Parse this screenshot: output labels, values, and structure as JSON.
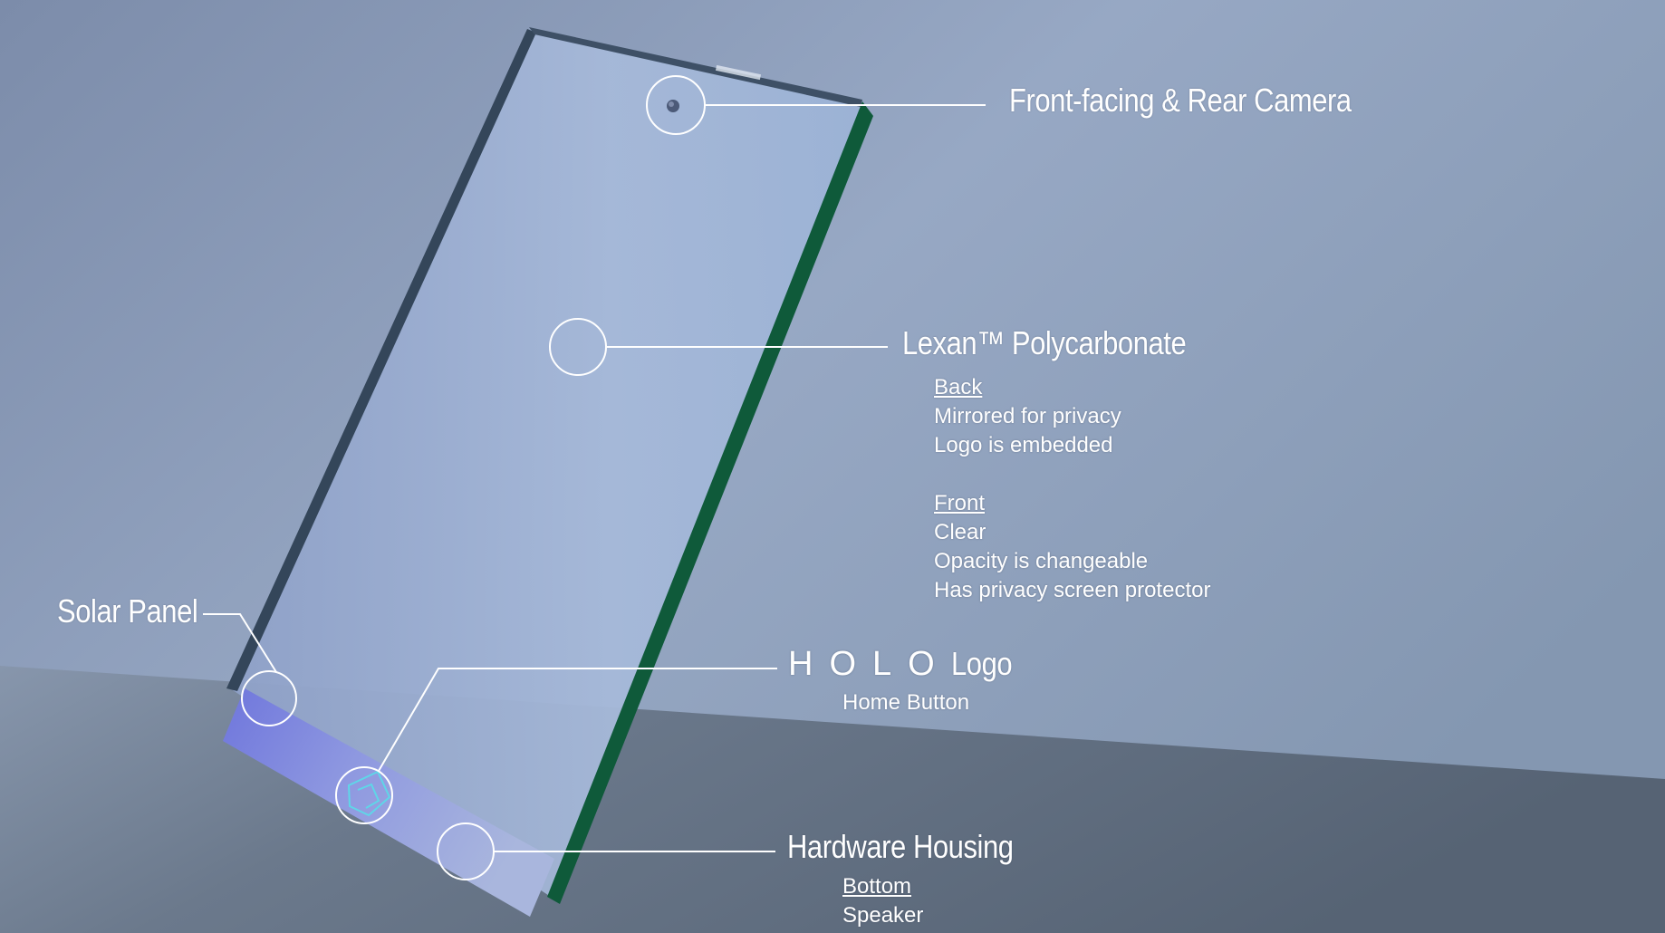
{
  "callouts": {
    "camera": {
      "title": "Front-facing & Rear Camera"
    },
    "lexan": {
      "title": "Lexan™ Polycarbonate",
      "back_heading": "Back",
      "back_items": [
        "Mirrored for privacy",
        "Logo is embedded"
      ],
      "front_heading": "Front",
      "front_items": [
        "Clear",
        "Opacity is changeable",
        "Has privacy screen protector"
      ]
    },
    "solar": {
      "title": "Solar Panel"
    },
    "holo": {
      "word": "HOLO",
      "title_suffix": "Logo",
      "subtitle": "Home Button"
    },
    "hardware": {
      "title": "Hardware Housing",
      "sub_heading": "Bottom",
      "sub_item": "Speaker"
    }
  },
  "colors": {
    "background_top": "#8a9bb8",
    "floor": "#5c6a7b",
    "glass": "#9eb2d6",
    "glass_edge": "#3d4f63",
    "side_edge": "#0f5e3c",
    "solar_strip": "#7b86dc",
    "callout_line": "#ffffff"
  }
}
